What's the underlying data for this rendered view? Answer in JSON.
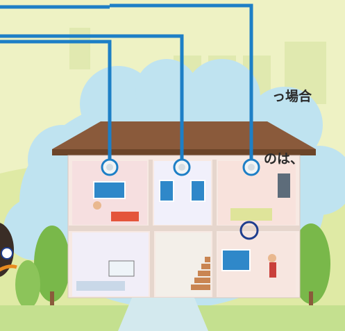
{
  "text_fragments": [
    {
      "text": "っ場合"
    },
    {
      "text": "のは、"
    }
  ],
  "colors": {
    "background": "#eef2c4",
    "background_green": "#d7e88f",
    "connector_line": "#1d7fc6",
    "detector_ring": "#1d7fc6",
    "highlight_ring": "#1f3e8e",
    "roof": "#8a5a3b",
    "wall": "#f7e9e3",
    "cloud": "#bfe3f0",
    "tree": "#79b84a"
  },
  "icons": [
    "smoke-detector-icon",
    "house-illustration",
    "mascot-character"
  ],
  "detectors_shown": 3,
  "highlighted_item": "alarm-unit"
}
